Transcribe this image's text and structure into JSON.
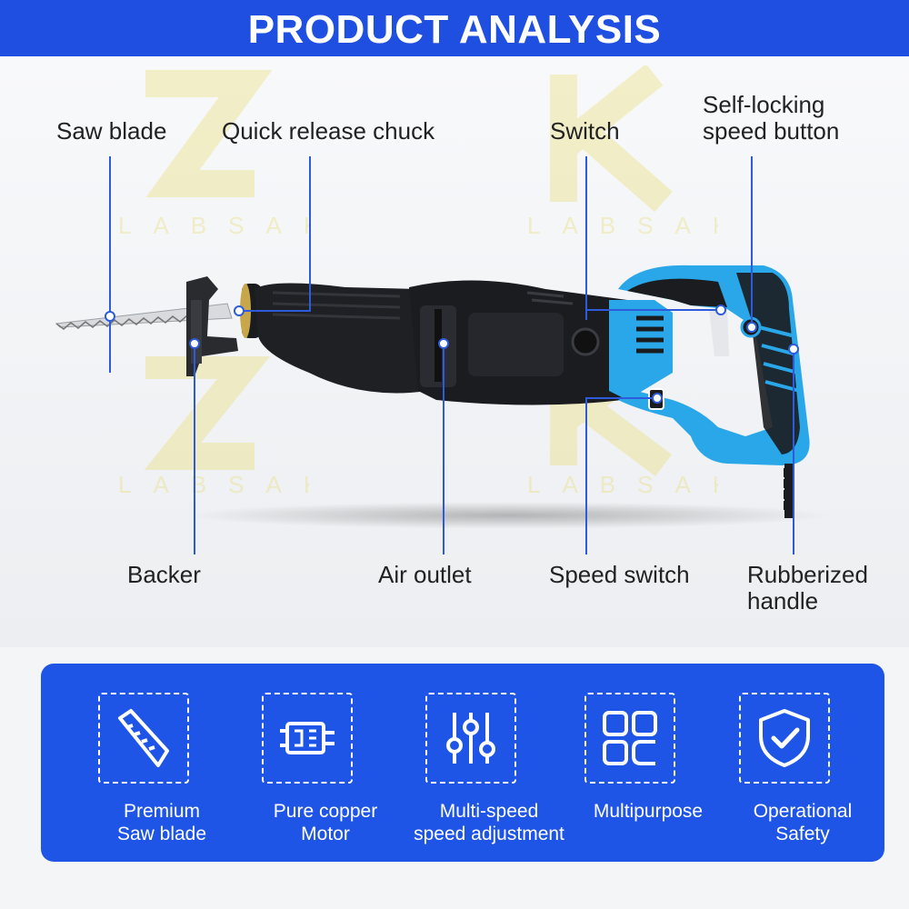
{
  "header": {
    "title": "PRODUCT ANALYSIS"
  },
  "watermark": {
    "text": "LABSAK",
    "color": "#e8dc6a"
  },
  "colors": {
    "accent": "#1f55e6",
    "tool_blue": "#2aa7e8",
    "tool_black": "#1b1c1f"
  },
  "callouts": {
    "saw_blade": "Saw blade",
    "quick_release_chuck": "Quick release chuck",
    "switch": "Switch",
    "self_locking_line1": "Self-locking",
    "self_locking_line2": "speed button",
    "backer": "Backer",
    "air_outlet": "Air outlet",
    "speed_switch": "Speed switch",
    "rubberized_line1": "Rubberized",
    "rubberized_line2": "handle"
  },
  "features": [
    {
      "icon": "saw-blade-icon",
      "line1": "Premium",
      "line2": "Saw blade"
    },
    {
      "icon": "motor-icon",
      "line1": "Pure copper",
      "line2": "Motor"
    },
    {
      "icon": "sliders-icon",
      "line1": "Multi-speed",
      "line2": "speed adjustment"
    },
    {
      "icon": "grid-icon",
      "line1": "Multipurpose",
      "line2": ""
    },
    {
      "icon": "shield-check-icon",
      "line1": "Operational",
      "line2": "Safety"
    }
  ]
}
